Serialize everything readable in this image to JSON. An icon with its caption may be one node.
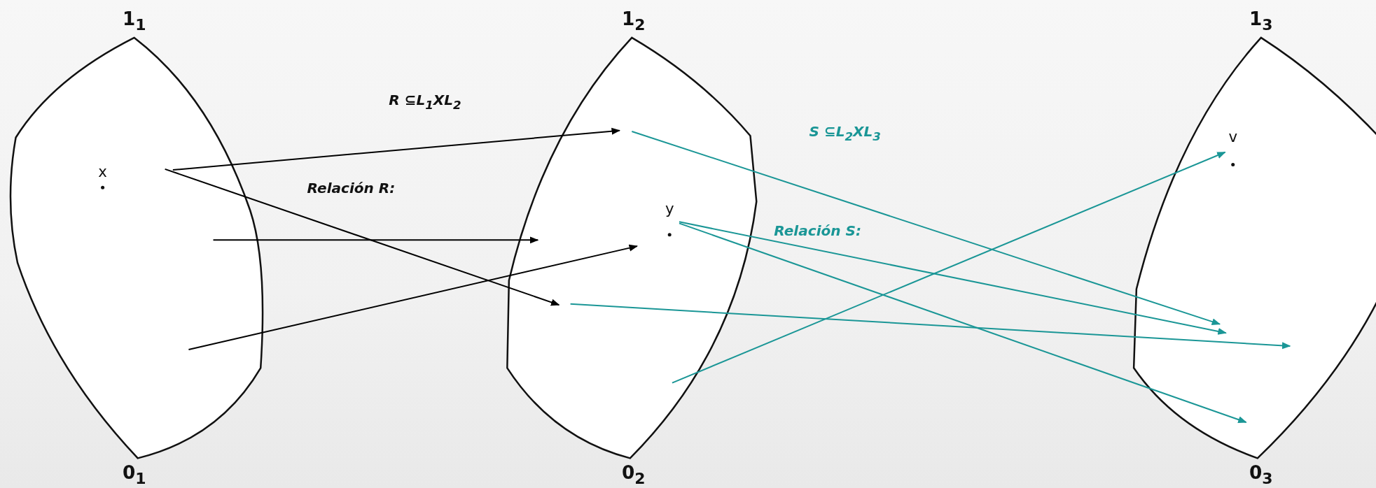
{
  "diagram": {
    "nodes": [
      {
        "text": [
          "1$_{1}$",
          "0$_{1}$"
        ]
      },
      {
        "text": [
          "x"
        ],
        "in": 0
      },
      {
        "text": [
          "1$_{2}$",
          "0$_{2}$"
        ]
      },
      {
        "text": [
          "y"
        ],
        "in": 2
      },
      {
        "text": [
          "1$_{3}$",
          "0$_{3}$"
        ]
      },
      {
        "text": [
          "v"
        ],
        "in": 4
      }
    ],
    "edges": [
      {
        "from": 0,
        "to": 2,
        "arrow": "to",
        "color": "#000000"
      },
      {
        "from": 0,
        "to": 2,
        "arrow": "to",
        "color": "#000000"
      },
      {
        "from": 0,
        "to": 2,
        "arrow": "to",
        "color": "#000000"
      },
      {
        "from": 0,
        "to": 2,
        "arrow": "to",
        "color": "#000000"
      },
      {
        "from": 2,
        "to": 4,
        "arrow": "to"
      },
      {
        "from": 3,
        "to": 4,
        "arrow": "to"
      },
      {
        "from": 3,
        "to": 4,
        "arrow": "to"
      },
      {
        "from": 2,
        "to": 4,
        "arrow": "to"
      },
      {
        "from": 2,
        "to": 5,
        "arrow": "to"
      }
    ],
    "labels": [
      "R ⊆L$_{1}$XL$_{2}$",
      "Relación R:",
      "S ⊆L$_{2}$XL$_{3}$",
      "Relación S:"
    ]
  }
}
